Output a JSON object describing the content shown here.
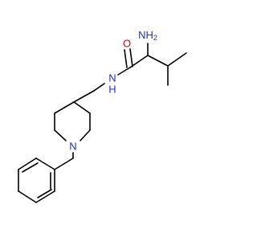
{
  "molecule": {
    "colors": {
      "bond": "#000000",
      "nitrogen": "#1f2cd8",
      "oxygen": "#e00000",
      "background": "#ffffff"
    },
    "labels": {
      "amine": "NH2",
      "amine_main": "NH",
      "amine_sub": "2",
      "carbonyl_oxygen": "O",
      "amide_nitrogen": "N",
      "amide_hydrogen": "H",
      "ring_nitrogen": "N"
    }
  }
}
